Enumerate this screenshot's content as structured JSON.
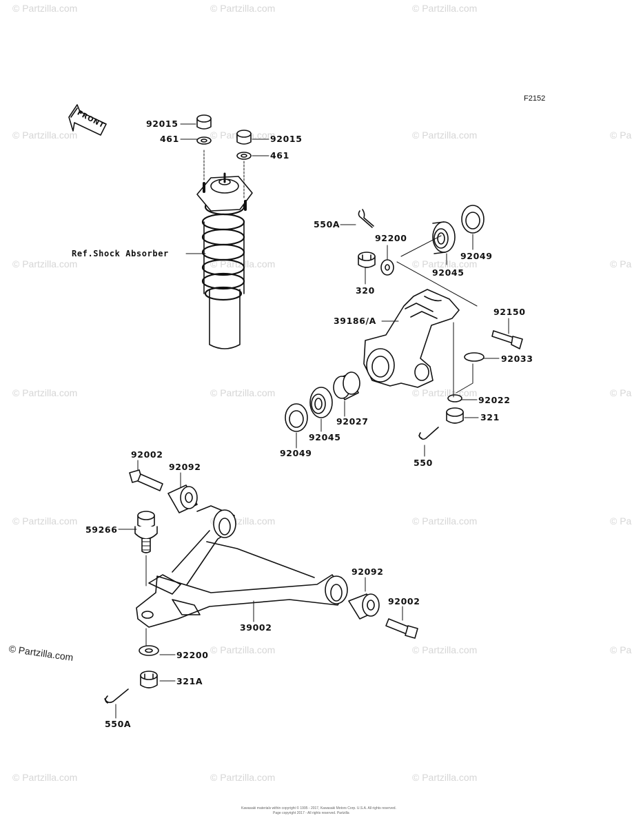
{
  "figure_code": "F2152",
  "front_label": "FRONT",
  "watermark": "© Partzilla.com",
  "copyright_mark": "© Partzilla.com",
  "footer": {
    "line1": "Kawasaki materials within copyright © 1995 - 2017, Kawasaki Motors Corp. U.S.A. All rights reserved.",
    "line2": "Page copyright 2017 - All rights reserved. Partzilla"
  },
  "labels": {
    "p92015_a": "92015",
    "p461_a": "461",
    "p92015_b": "92015",
    "p461_b": "461",
    "ref_shock": "Ref.Shock Absorber",
    "p550A_top": "550A",
    "p92200_top": "92200",
    "p320": "320",
    "p92045_top": "92045",
    "p92049_top": "92049",
    "p39186A": "39186/A",
    "p92150": "92150",
    "p92033": "92033",
    "p92022": "92022",
    "p321": "321",
    "p550": "550",
    "p92049_bot": "92049",
    "p92045_bot": "92045",
    "p92027": "92027",
    "p92002_top": "92002",
    "p92092_top": "92092",
    "p59266": "59266",
    "p92092_bot": "92092",
    "p92002_bot": "92002",
    "p39002": "39002",
    "p92200_bot": "92200",
    "p321A": "321A",
    "p550A_bot": "550A"
  }
}
